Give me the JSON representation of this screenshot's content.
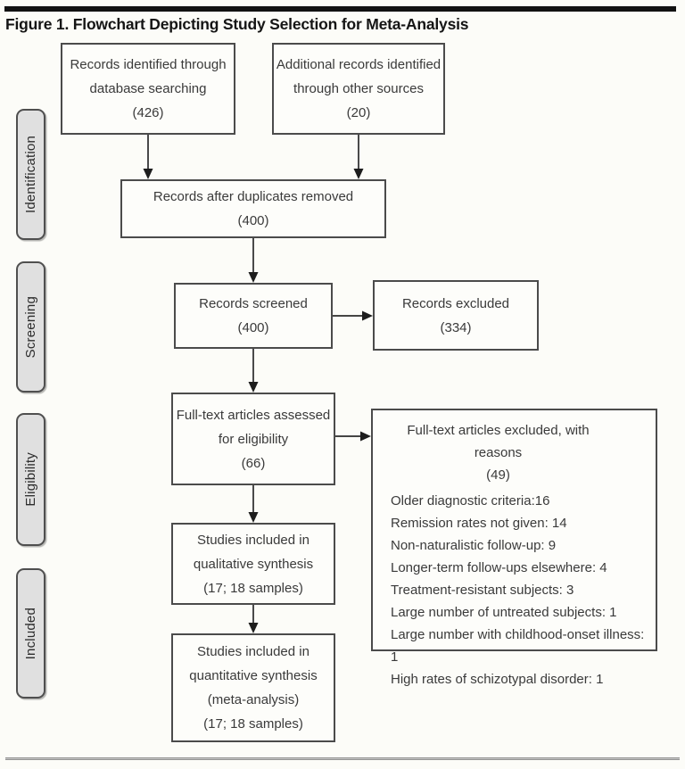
{
  "figure": {
    "title": "Figure 1. Flowchart Depicting Study Selection for Meta-Analysis"
  },
  "sidebar": {
    "stages": [
      {
        "label": "Identification"
      },
      {
        "label": "Screening"
      },
      {
        "label": "Eligibility"
      },
      {
        "label": "Included"
      }
    ]
  },
  "boxes": {
    "records_identified": {
      "lines": [
        "Records identified through",
        "database searching",
        "(426)"
      ]
    },
    "additional_records": {
      "lines": [
        "Additional records identified",
        "through other sources",
        "(20)"
      ]
    },
    "duplicates_removed": {
      "lines": [
        "Records after duplicates removed",
        "(400)"
      ]
    },
    "records_screened": {
      "lines": [
        "Records screened",
        "(400)"
      ]
    },
    "records_excluded": {
      "lines": [
        "Records excluded",
        "(334)"
      ]
    },
    "fulltext_assessed": {
      "lines": [
        "Full-text articles assessed",
        "for eligibility",
        "(66)"
      ]
    },
    "fulltext_excluded": {
      "header": [
        "Full-text articles excluded, with reasons",
        "(49)"
      ],
      "reasons": [
        "Older diagnostic criteria:16",
        "Remission rates not given: 14",
        "Non-naturalistic follow-up: 9",
        "Longer-term follow-ups elsewhere: 4",
        "Treatment-resistant subjects: 3",
        "Large number of untreated subjects: 1",
        "Large number with childhood-onset illness: 1",
        "High rates of schizotypal disorder: 1"
      ]
    },
    "qualitative_synthesis": {
      "lines": [
        "Studies included in",
        "qualitative synthesis",
        "(17; 18 samples)"
      ]
    },
    "quantitative_synthesis": {
      "lines": [
        "Studies included in",
        "quantitative synthesis",
        "(meta-analysis)",
        "(17; 18 samples)"
      ]
    }
  },
  "colors": {
    "box_border": "#4b4b4b",
    "text": "#3a3a3a",
    "stage_fill": "#e0e0e0",
    "top_bar": "#121212",
    "background": "#fcfcf8"
  }
}
